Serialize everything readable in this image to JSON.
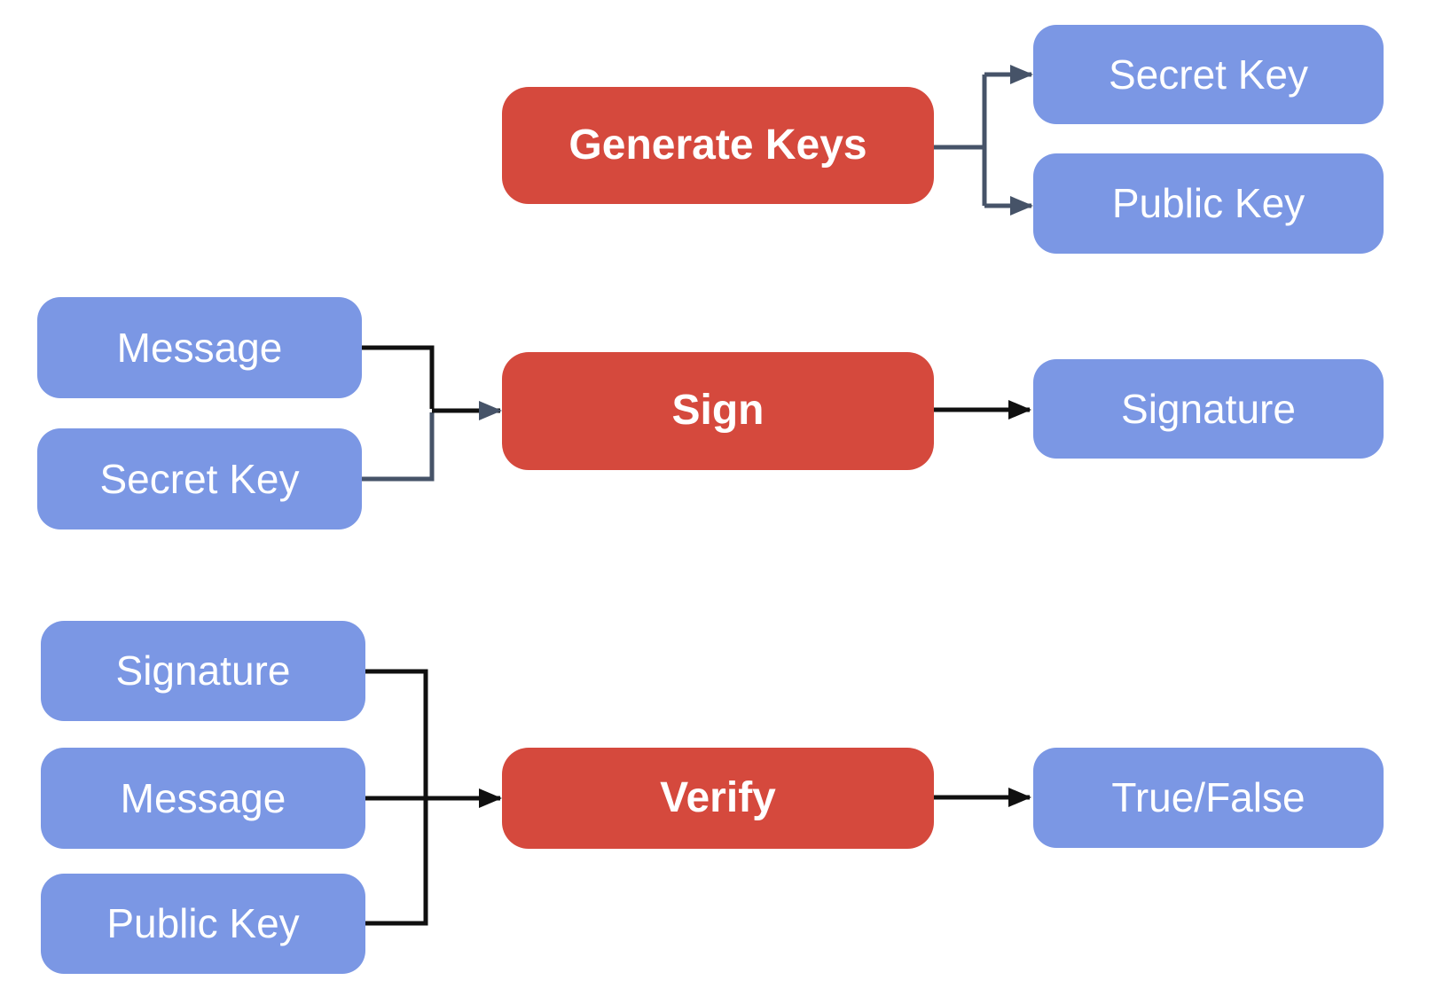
{
  "diagram": {
    "type": "flowchart",
    "subject": "digital-signature-process",
    "background": "#FFFFFF",
    "colors": {
      "process_fill": "#D5493D",
      "data_fill": "#7B97E4",
      "label_text": "#FFFFFF",
      "connector_black": "#101010",
      "connector_slate": "#465368"
    },
    "nodes": {
      "generate_keys": {
        "label": "Generate Keys",
        "kind": "process"
      },
      "secret_key_out": {
        "label": "Secret Key",
        "kind": "data"
      },
      "public_key_out": {
        "label": "Public Key",
        "kind": "data"
      },
      "message_sign_in": {
        "label": "Message",
        "kind": "data"
      },
      "secret_key_sign_in": {
        "label": "Secret Key",
        "kind": "data"
      },
      "sign": {
        "label": "Sign",
        "kind": "process"
      },
      "signature_out": {
        "label": "Signature",
        "kind": "data"
      },
      "signature_verify_in": {
        "label": "Signature",
        "kind": "data"
      },
      "message_verify_in": {
        "label": "Message",
        "kind": "data"
      },
      "public_key_verify_in": {
        "label": "Public Key",
        "kind": "data"
      },
      "verify": {
        "label": "Verify",
        "kind": "process"
      },
      "true_false": {
        "label": "True/False",
        "kind": "data"
      }
    },
    "edges": [
      {
        "from": "generate_keys",
        "to": "secret_key_out"
      },
      {
        "from": "generate_keys",
        "to": "public_key_out"
      },
      {
        "from": "message_sign_in",
        "to": "sign"
      },
      {
        "from": "secret_key_sign_in",
        "to": "sign"
      },
      {
        "from": "sign",
        "to": "signature_out"
      },
      {
        "from": "signature_verify_in",
        "to": "verify"
      },
      {
        "from": "message_verify_in",
        "to": "verify"
      },
      {
        "from": "public_key_verify_in",
        "to": "verify"
      },
      {
        "from": "verify",
        "to": "true_false"
      }
    ]
  }
}
